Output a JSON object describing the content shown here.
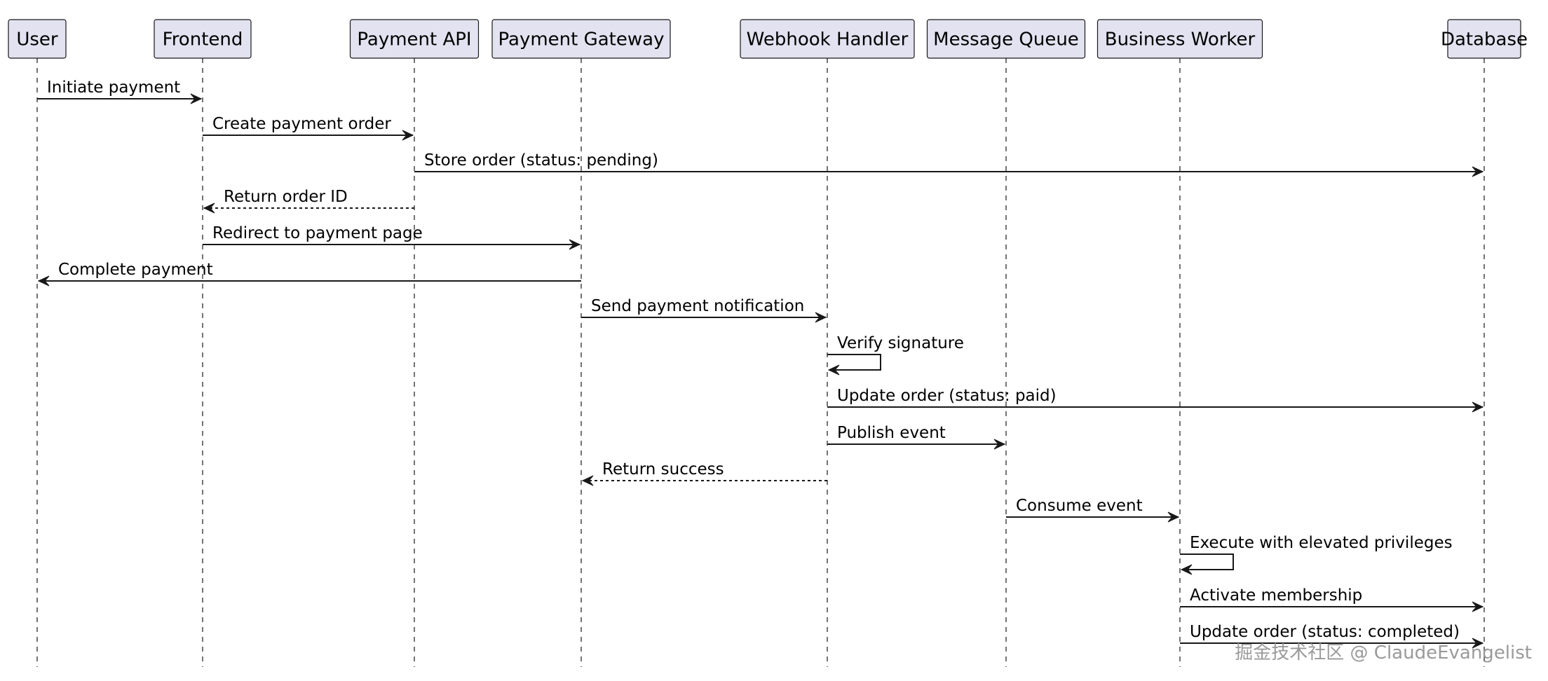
{
  "participants": [
    {
      "id": "user",
      "name": "User"
    },
    {
      "id": "frontend",
      "name": "Frontend"
    },
    {
      "id": "payment-api",
      "name": "Payment API"
    },
    {
      "id": "payment-gateway",
      "name": "Payment Gateway"
    },
    {
      "id": "webhook-handler",
      "name": "Webhook Handler"
    },
    {
      "id": "message-queue",
      "name": "Message Queue"
    },
    {
      "id": "business-worker",
      "name": "Business Worker"
    },
    {
      "id": "database",
      "name": "Database"
    }
  ],
  "messages": [
    {
      "from": "user",
      "to": "frontend",
      "label": "Initiate payment",
      "style": "solid"
    },
    {
      "from": "frontend",
      "to": "payment-api",
      "label": "Create payment order",
      "style": "solid"
    },
    {
      "from": "payment-api",
      "to": "database",
      "label": "Store order (status: pending)",
      "style": "solid"
    },
    {
      "from": "payment-api",
      "to": "frontend",
      "label": "Return order ID",
      "style": "dashed"
    },
    {
      "from": "frontend",
      "to": "payment-gateway",
      "label": "Redirect to payment page",
      "style": "solid"
    },
    {
      "from": "payment-gateway",
      "to": "user",
      "label": "Complete payment",
      "style": "solid"
    },
    {
      "from": "payment-gateway",
      "to": "webhook-handler",
      "label": "Send payment notification",
      "style": "solid"
    },
    {
      "from": "webhook-handler",
      "to": "webhook-handler",
      "label": "Verify signature",
      "style": "solid"
    },
    {
      "from": "webhook-handler",
      "to": "database",
      "label": "Update order (status: paid)",
      "style": "solid"
    },
    {
      "from": "webhook-handler",
      "to": "message-queue",
      "label": "Publish event",
      "style": "solid"
    },
    {
      "from": "webhook-handler",
      "to": "payment-gateway",
      "label": "Return success",
      "style": "dashed"
    },
    {
      "from": "message-queue",
      "to": "business-worker",
      "label": "Consume event",
      "style": "solid"
    },
    {
      "from": "business-worker",
      "to": "business-worker",
      "label": "Execute with elevated privileges",
      "style": "solid"
    },
    {
      "from": "business-worker",
      "to": "database",
      "label": "Activate membership",
      "style": "solid"
    },
    {
      "from": "business-worker",
      "to": "database",
      "label": "Update order (status: completed)",
      "style": "solid"
    }
  ],
  "watermark": "掘金技术社区 @ ClaudeEvangelist"
}
